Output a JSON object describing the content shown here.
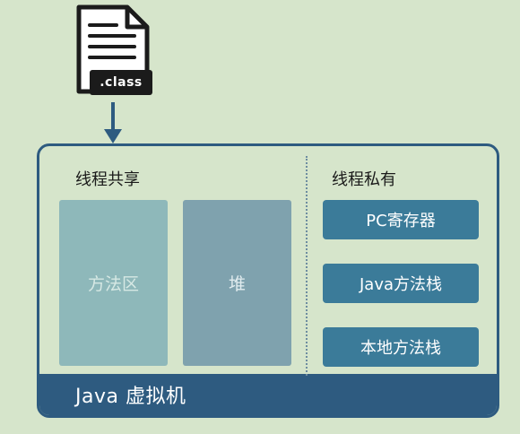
{
  "file": {
    "extension_label": ".class",
    "icon": "document-icon"
  },
  "jvm": {
    "title": "Java 虚拟机"
  },
  "shared": {
    "title": "线程共享",
    "areas": [
      "方法区",
      "堆"
    ]
  },
  "private": {
    "title": "线程私有",
    "areas": [
      "PC寄存器",
      "Java方法栈",
      "本地方法栈"
    ]
  },
  "colors": {
    "background": "#d6e5cb",
    "jvm_border": "#2e5b80",
    "method_area": "#8eb8ba",
    "heap": "#7fa2ae",
    "private_block": "#3b7b99"
  }
}
